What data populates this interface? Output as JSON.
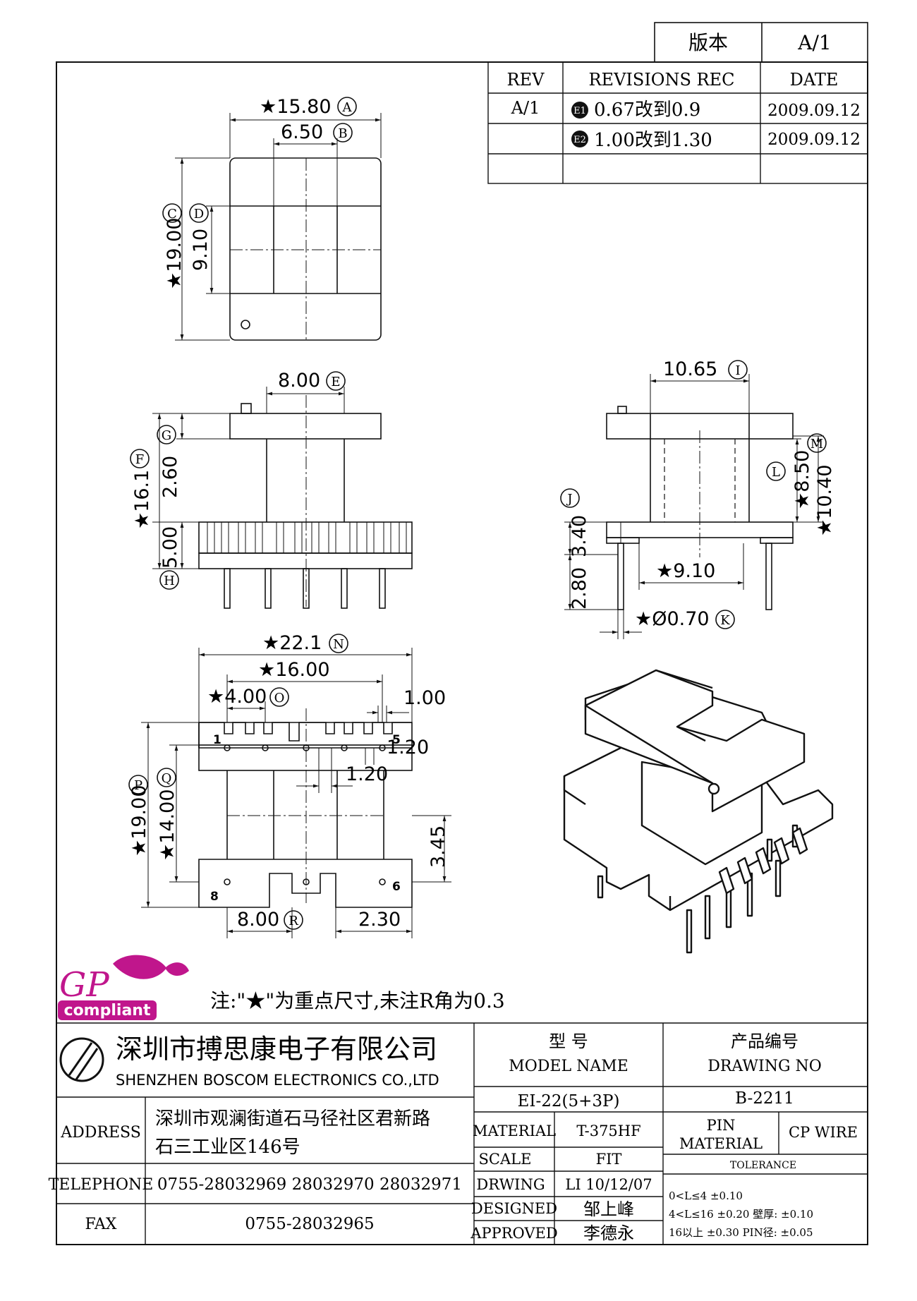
{
  "version_box": {
    "label": "版本",
    "value": "A/1"
  },
  "revisions": {
    "headers": [
      "REV",
      "REVISIONS REC",
      "DATE"
    ],
    "rev": "A/1",
    "rows": [
      {
        "mark": "E1",
        "text": "0.67改到0.9",
        "date": "2009.09.12"
      },
      {
        "mark": "E2",
        "text": "1.00改到1.30",
        "date": "2009.09.12"
      }
    ]
  },
  "dims": {
    "A": "★15.80",
    "B": "6.50",
    "C": "★19.00",
    "D": "9.10",
    "E": "8.00",
    "F": "★16.1",
    "G": "2.60",
    "H": "5.00",
    "I": "10.65",
    "J": "3.40",
    "K": "★Ø0.70",
    "L": "★8.50",
    "M": "★10.40",
    "s910": "★9.10",
    "s280": "2.80",
    "N": "★22.1",
    "s1600": "★16.00",
    "O": "★4.00",
    "s100": "1.00",
    "s120a": "1.20",
    "s120b": "1.20",
    "P": "★19.00",
    "Q": "★14.00",
    "s345": "3.45",
    "R": "8.00",
    "s230": "2.30"
  },
  "pins": {
    "p1": "1",
    "p5": "5",
    "p6": "6",
    "p8": "8"
  },
  "logo": {
    "top": "GP",
    "bottom": "compliant",
    "color": "#c0168c"
  },
  "note": "注:\"★\"为重点尺寸,未注R角为0.3",
  "title_block": {
    "company_cn": "深圳市搏思康电子有限公司",
    "company_en": "SHENZHEN BOSCOM ELECTRONICS CO.,LTD",
    "model_label_cn": "型  号",
    "model_label_en": "MODEL NAME",
    "product_label_cn": "产品编号",
    "product_label_en": "DRAWING NO",
    "model": "EI-22(5+3P)",
    "drawing_no": "B-2211",
    "address_label": "ADDRESS",
    "address_line1": "深圳市观澜街道石马径社区君新路",
    "address_line2": "石三工业区146号",
    "telephone_label": "TELEPHONE",
    "telephone": "0755-28032969 28032970 28032971",
    "fax_label": "FAX",
    "fax": "0755-28032965",
    "material_label": "MATERIAL",
    "material": "T-375HF",
    "scale_label": "SCALE",
    "scale": "FIT",
    "drwing_label": "DRWING",
    "drwing": "LI 10/12/07",
    "designed_label": "DESIGNED",
    "designed": "邹上峰",
    "approved_label": "APPROVED",
    "approved": "李德永",
    "pin_material_l1": "PIN",
    "pin_material_l2": "MATERIAL",
    "pin_material": "CP WIRE",
    "tolerance_label": "TOLERANCE",
    "tol1": "0<L≤4  ±0.10",
    "tol2": "4<L≤16 ±0.20  壁厚:  ±0.10",
    "tol3": "16以上   ±0.30  PIN径: ±0.05"
  }
}
